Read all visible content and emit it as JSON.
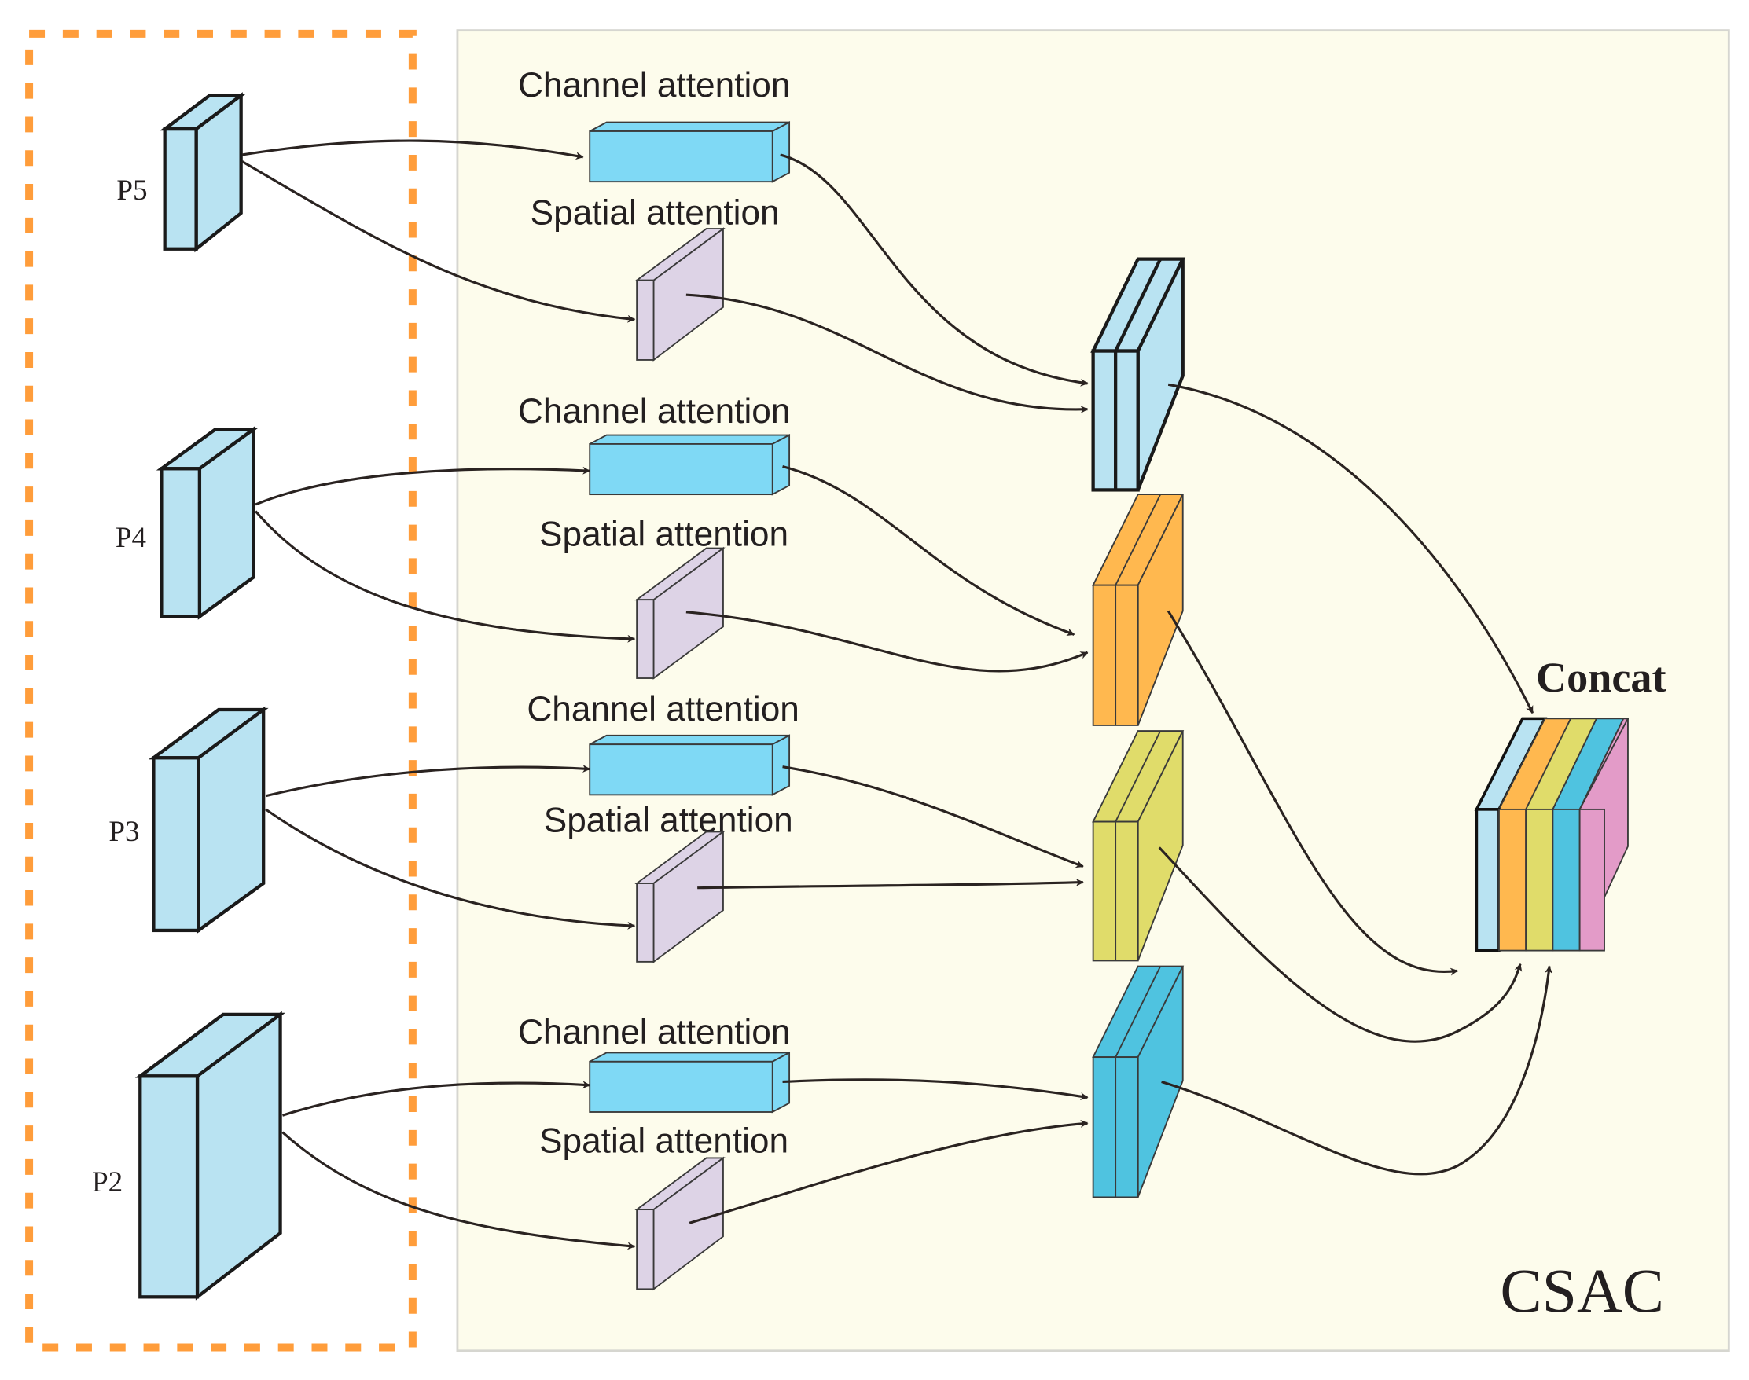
{
  "diagram": {
    "module_label": "CSAC",
    "concat_label": "Concat",
    "inputs": [
      {
        "id": "P5",
        "label": "P5"
      },
      {
        "id": "P4",
        "label": "P4"
      },
      {
        "id": "P3",
        "label": "P3"
      },
      {
        "id": "P2",
        "label": "P2"
      }
    ],
    "branches": [
      {
        "channel_label": "Channel attention",
        "spatial_label": "Spatial attention",
        "fused_color": "#b9e3f2"
      },
      {
        "channel_label": "Channel attention",
        "spatial_label": "Spatial attention",
        "fused_color": "#ffb84f"
      },
      {
        "channel_label": "Channel attention",
        "spatial_label": "Spatial attention",
        "fused_color": "#e0dc6a"
      },
      {
        "channel_label": "Channel attention",
        "spatial_label": "Spatial attention",
        "fused_color": "#4fc3e0"
      }
    ],
    "colors": {
      "input_block": "#b9e3f2",
      "channel_block": "#7fd9f5",
      "spatial_block": "#ddd3e6",
      "module_background": "#fdfcec",
      "dashed_border": "#ff9d3b",
      "concat_extra": "#e39bc8"
    }
  }
}
